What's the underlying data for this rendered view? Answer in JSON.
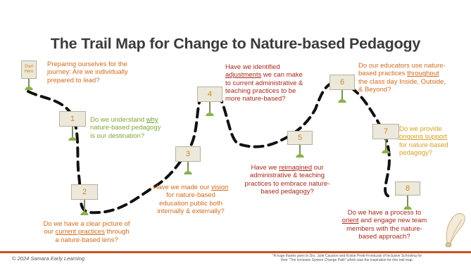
{
  "title": "The Trail Map for Change to Nature-based Pedagogy",
  "start_sign": [
    "Start",
    "Here"
  ],
  "steps": [
    {
      "num": "1"
    },
    {
      "num": "2"
    },
    {
      "num": "3"
    },
    {
      "num": "4"
    },
    {
      "num": "5"
    },
    {
      "num": "6"
    },
    {
      "num": "7"
    },
    {
      "num": "8"
    }
  ],
  "questions": {
    "q0": [
      "Preparing ourselves for the",
      "journey: Are we individually",
      "prepared to lead?"
    ],
    "q1": {
      "l1_pre": "Do we understand ",
      "l1_hl": "why",
      "l2": "nature-based pedagogy",
      "l3": "is our destination?"
    },
    "q2": {
      "l1": "Do we have a clear picture of",
      "l2_pre": "our ",
      "l2_hl": "current practices",
      "l2_post": " through",
      "l3": "a nature-based lens?"
    },
    "q3": {
      "l1_pre": "Have we made our ",
      "l1_hl": "vision",
      "l2": "for nature-based",
      "l3": "education public both",
      "l4": "internally & externally?"
    },
    "q4": {
      "l1": "Have we identified",
      "l2_hl": "adjustments",
      "l2_post": " we can make",
      "l3": "to current administrative &",
      "l4": "teaching practices to be",
      "l5": "more nature-based?"
    },
    "q5": {
      "l1_pre": "Have we ",
      "l1_hl": "reimagined",
      "l1_post": " our",
      "l2": "administrative & teaching",
      "l3": "practices to embrace nature-",
      "l4": "based pedagogy?"
    },
    "q6": {
      "l1": "Do our educators use nature-",
      "l2_pre": "based practices ",
      "l2_hl": "throughout",
      "l3": "the class day Inside, Outside,",
      "l4": "& Beyond?"
    },
    "q7": {
      "l1": "Do we provide",
      "l2_hl": "ongoing support",
      "l3": "for nature-based",
      "l4": "pedagogy?"
    },
    "q8": {
      "l1": "Do we have a process to",
      "l2_hl": "orient",
      "l2_post": " and engage new team",
      "l3": "members with the nature-",
      "l4": "based approach?"
    }
  },
  "footer": {
    "left": "© 2024 Samara Early Learning",
    "right_l1": "*A huge thanks goes to Drs. Julie Causton and Kristie Pretti-Frontczak of Inclusive Schooling for",
    "right_l2": "their \"The Inclusive System Change Path\" which was the inspiration for this trail map."
  },
  "colors": {
    "title": "#3b3b3b",
    "orange": "#d26a1b",
    "dark_red": "#a8281c",
    "green": "#7ea636",
    "gold": "#d9a01e",
    "footer_bar": "#c9501f"
  }
}
